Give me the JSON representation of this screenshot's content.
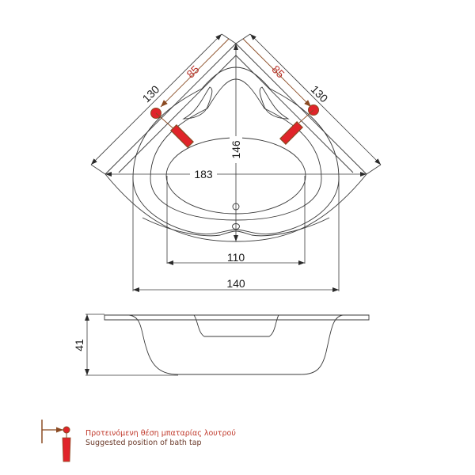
{
  "drawing": {
    "title": "Corner bathtub technical drawing",
    "colors": {
      "line": "#3a3a3a",
      "tap_red": "#e0242a",
      "tap_brown": "#8a4a22",
      "dim_red_text": "#b8322a"
    },
    "plan_view": {
      "dimensions": {
        "left_side_length": "130",
        "right_side_length": "130",
        "left_tap_offset": "85",
        "right_tap_offset": "85",
        "diagonal_width": "183",
        "depth_to_apex": "146",
        "inner_basin_width": "110",
        "wall_span": "140"
      },
      "features": [
        "apex-corner",
        "outer-rim",
        "seat-contours",
        "inner-basin",
        "overflow-hole",
        "drain-hole",
        "left-tap",
        "right-tap"
      ]
    },
    "side_view": {
      "dimensions": {
        "height": "41"
      }
    },
    "legend": {
      "icon": "bath-tap-icon",
      "label_greek": "Προτεινόμενη θέση μπαταρίας λουτρού",
      "label_english": "Suggested position of bath tap"
    }
  }
}
